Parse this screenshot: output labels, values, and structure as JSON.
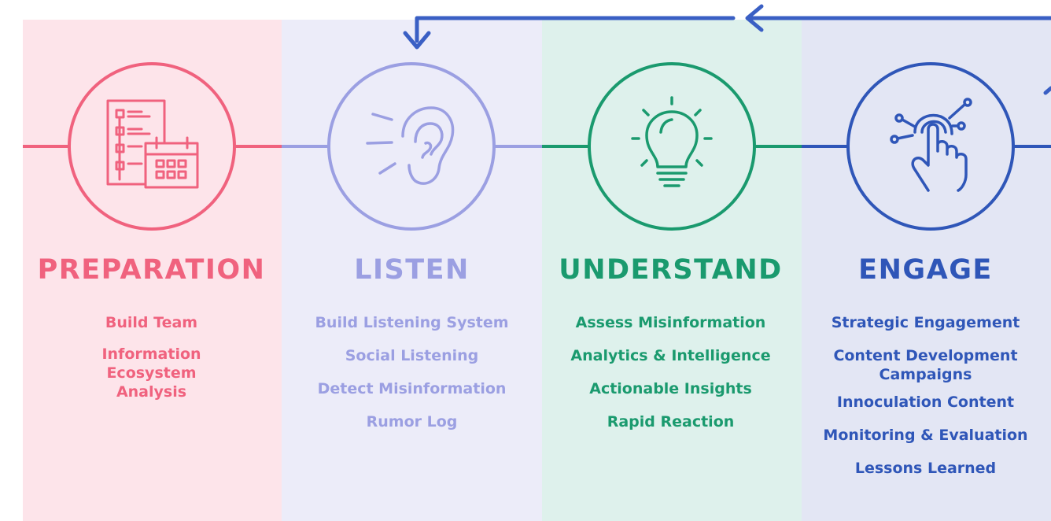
{
  "colors": {
    "preparation": "#f0627e",
    "listen": "#9b9fe2",
    "understand": "#1a9a6e",
    "engage": "#2f56b8",
    "feedback_arrow": "#3a5fc4"
  },
  "stages": {
    "preparation": {
      "title": "PREPARATION",
      "icon": "plan-calendar-icon",
      "items": [
        "Build Team",
        "Information Ecosystem Analysis"
      ]
    },
    "listen": {
      "title": "LISTEN",
      "icon": "ear-icon",
      "items": [
        "Build Listening System",
        "Social Listening",
        "Detect Misinformation",
        "Rumor Log"
      ]
    },
    "understand": {
      "title": "UNDERSTAND",
      "icon": "lightbulb-icon",
      "items": [
        "Assess Misinformation",
        "Analytics & Intelligence",
        "Actionable Insights",
        "Rapid Reaction"
      ]
    },
    "engage": {
      "title": "ENGAGE",
      "icon": "touch-hand-icon",
      "items": [
        "Strategic Engagement",
        "Content Development Campaigns",
        "Innoculation Content",
        "Monitoring & Evaluation",
        "Lessons Learned"
      ]
    }
  }
}
